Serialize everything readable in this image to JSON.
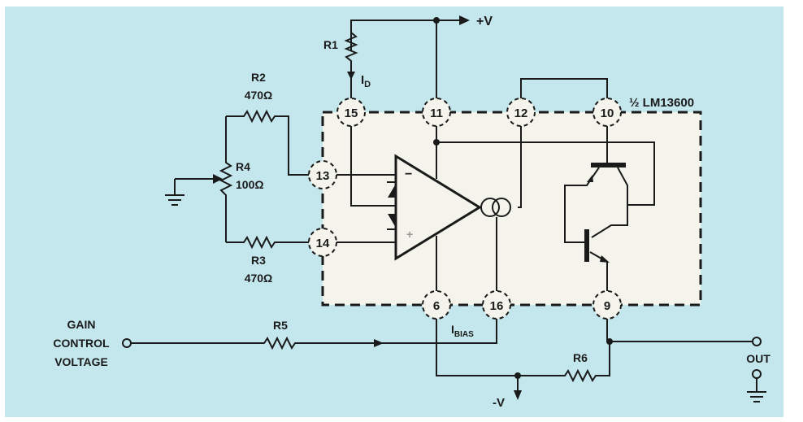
{
  "supply": {
    "positive": "+V",
    "negative": "-V"
  },
  "chip": {
    "label": "½ LM13600",
    "op_minus": "−",
    "op_plus": "+"
  },
  "pins": {
    "p15": "15",
    "p11": "11",
    "p12": "12",
    "p10": "10",
    "p13": "13",
    "p14": "14",
    "p6": "6",
    "p16": "16",
    "p9": "9"
  },
  "resistors": {
    "r1": {
      "name": "R1"
    },
    "r2": {
      "name": "R2",
      "value": "470Ω"
    },
    "r3": {
      "name": "R3",
      "value": "470Ω"
    },
    "r4": {
      "name": "R4",
      "value": "100Ω"
    },
    "r5": {
      "name": "R5"
    },
    "r6": {
      "name": "R6"
    }
  },
  "currents": {
    "id_main": "I",
    "id_sub": "D",
    "ibias_main": "I",
    "ibias_sub": "BIAS"
  },
  "input": {
    "line1": "GAIN",
    "line2": "CONTROL",
    "line3": "VOLTAGE"
  },
  "output": {
    "label": "OUT"
  },
  "colors": {
    "background": "#c4e7ee",
    "chip_fill": "#f4f4ec",
    "ink": "#1a1a1a"
  }
}
